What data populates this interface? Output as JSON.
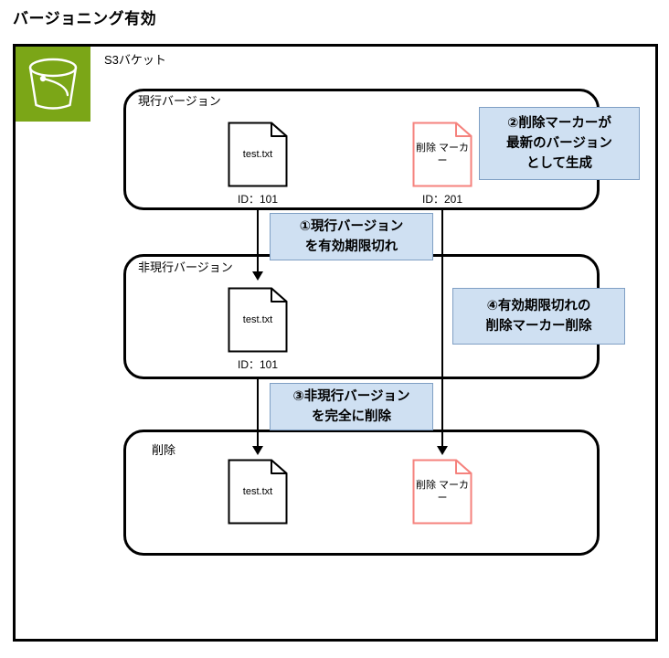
{
  "title": "バージョニング有効",
  "bucket": {
    "icon": "s3-bucket-icon",
    "label": "S3バケット"
  },
  "groups": [
    {
      "id": "current",
      "label": "現行バージョン",
      "items": [
        {
          "kind": "file",
          "name": "test.txt",
          "id_label": "ID：101",
          "color": "#000000"
        },
        {
          "kind": "delete-marker",
          "name": "削除\nマーカー",
          "id_label": "ID：201",
          "color": "#f5827d"
        }
      ]
    },
    {
      "id": "noncurrent",
      "label": "非現行バージョン",
      "items": [
        {
          "kind": "file",
          "name": "test.txt",
          "id_label": "ID：101",
          "color": "#000000"
        }
      ]
    },
    {
      "id": "deleted",
      "label": "削除",
      "items": [
        {
          "kind": "file",
          "name": "test.txt",
          "id_label": "",
          "color": "#000000"
        },
        {
          "kind": "delete-marker",
          "name": "削除\nマーカー",
          "id_label": "",
          "color": "#f5827d"
        }
      ]
    }
  ],
  "callouts": [
    {
      "id": "1",
      "text": "①現行バージョン\nを有効期限切れ"
    },
    {
      "id": "2",
      "text": "②削除マーカーが\n最新のバージョン\nとして生成"
    },
    {
      "id": "3",
      "text": "③非現行バージョン\nを完全に削除"
    },
    {
      "id": "4",
      "text": "④有効期限切れの\n削除マーカー削除"
    }
  ],
  "colors": {
    "bucket_green": "#7ba617",
    "callout_fill": "#cfe0f2",
    "callout_border": "#7f9fc4",
    "marker_red": "#f5827d",
    "outline": "#000000"
  }
}
